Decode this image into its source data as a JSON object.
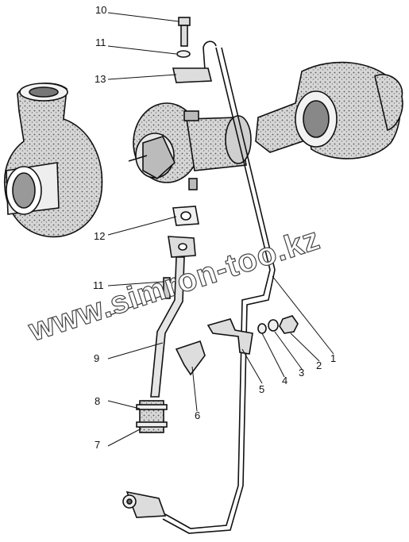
{
  "labels": {
    "l1": "1",
    "l2": "2",
    "l3": "3",
    "l4": "4",
    "l5": "5",
    "l6": "6",
    "l7": "7",
    "l8": "8",
    "l9": "9",
    "l10": "10",
    "l11_top": "11",
    "l11_mid": "11",
    "l12": "12",
    "l13": "13"
  },
  "watermark": "www.simron-too.kz",
  "colors": {
    "ink": "#111111",
    "part_fill": "#d9d9d9",
    "background": "#ffffff"
  }
}
